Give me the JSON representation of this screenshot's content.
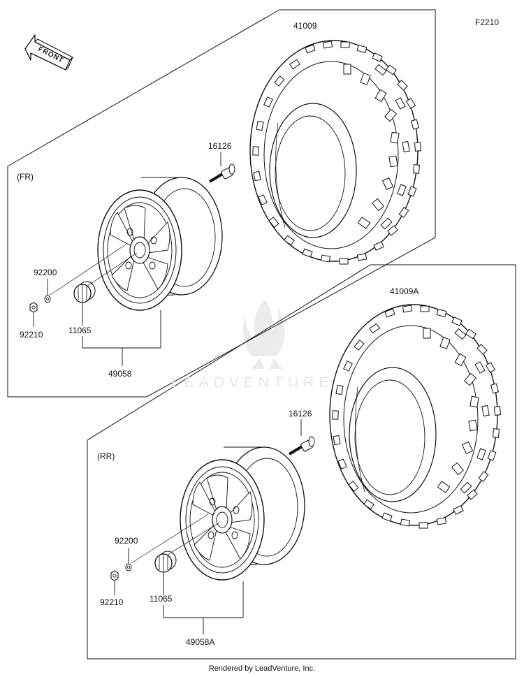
{
  "diagram_code": "F2210",
  "direction_label": "FRONT",
  "watermark_text": "LEADVENTURE",
  "footer_text": "Rendered by LeadVenture, Inc.",
  "front": {
    "section_label": "(FR)",
    "tire": "41009",
    "valve": "16126",
    "washer": "92200",
    "nut": "92210",
    "cap": "11065",
    "wheel": "49058"
  },
  "rear": {
    "section_label": "(RR)",
    "tire": "41009A",
    "valve": "16126",
    "washer": "92200",
    "nut": "92210",
    "cap": "11065",
    "wheel": "49058A"
  },
  "colors": {
    "line": "#111111",
    "watermark": "#e6e6e6",
    "background": "#ffffff"
  }
}
